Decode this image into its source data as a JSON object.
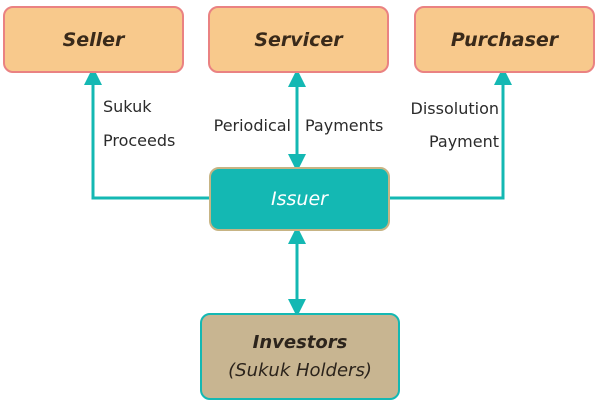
{
  "colors": {
    "top_fill": "#f8c98c",
    "top_border": "#ea8282",
    "issuer_fill": "#14b8b3",
    "issuer_border": "#c7b484",
    "investors_fill": "#c8b591",
    "investors_border": "#14b8b3",
    "connector": "#14b8b3"
  },
  "nodes": {
    "seller": "Seller",
    "servicer": "Servicer",
    "purchaser": "Purchaser",
    "issuer": "Issuer",
    "investors": "Investors",
    "investors_sub": "(Sukuk Holders)"
  },
  "edge_labels": {
    "sukuk_1": "Sukuk",
    "sukuk_2": "Proceeds",
    "periodical": "Periodical",
    "payments": "Payments",
    "dissolution_1": "Dissolution",
    "dissolution_2": "Payment"
  }
}
